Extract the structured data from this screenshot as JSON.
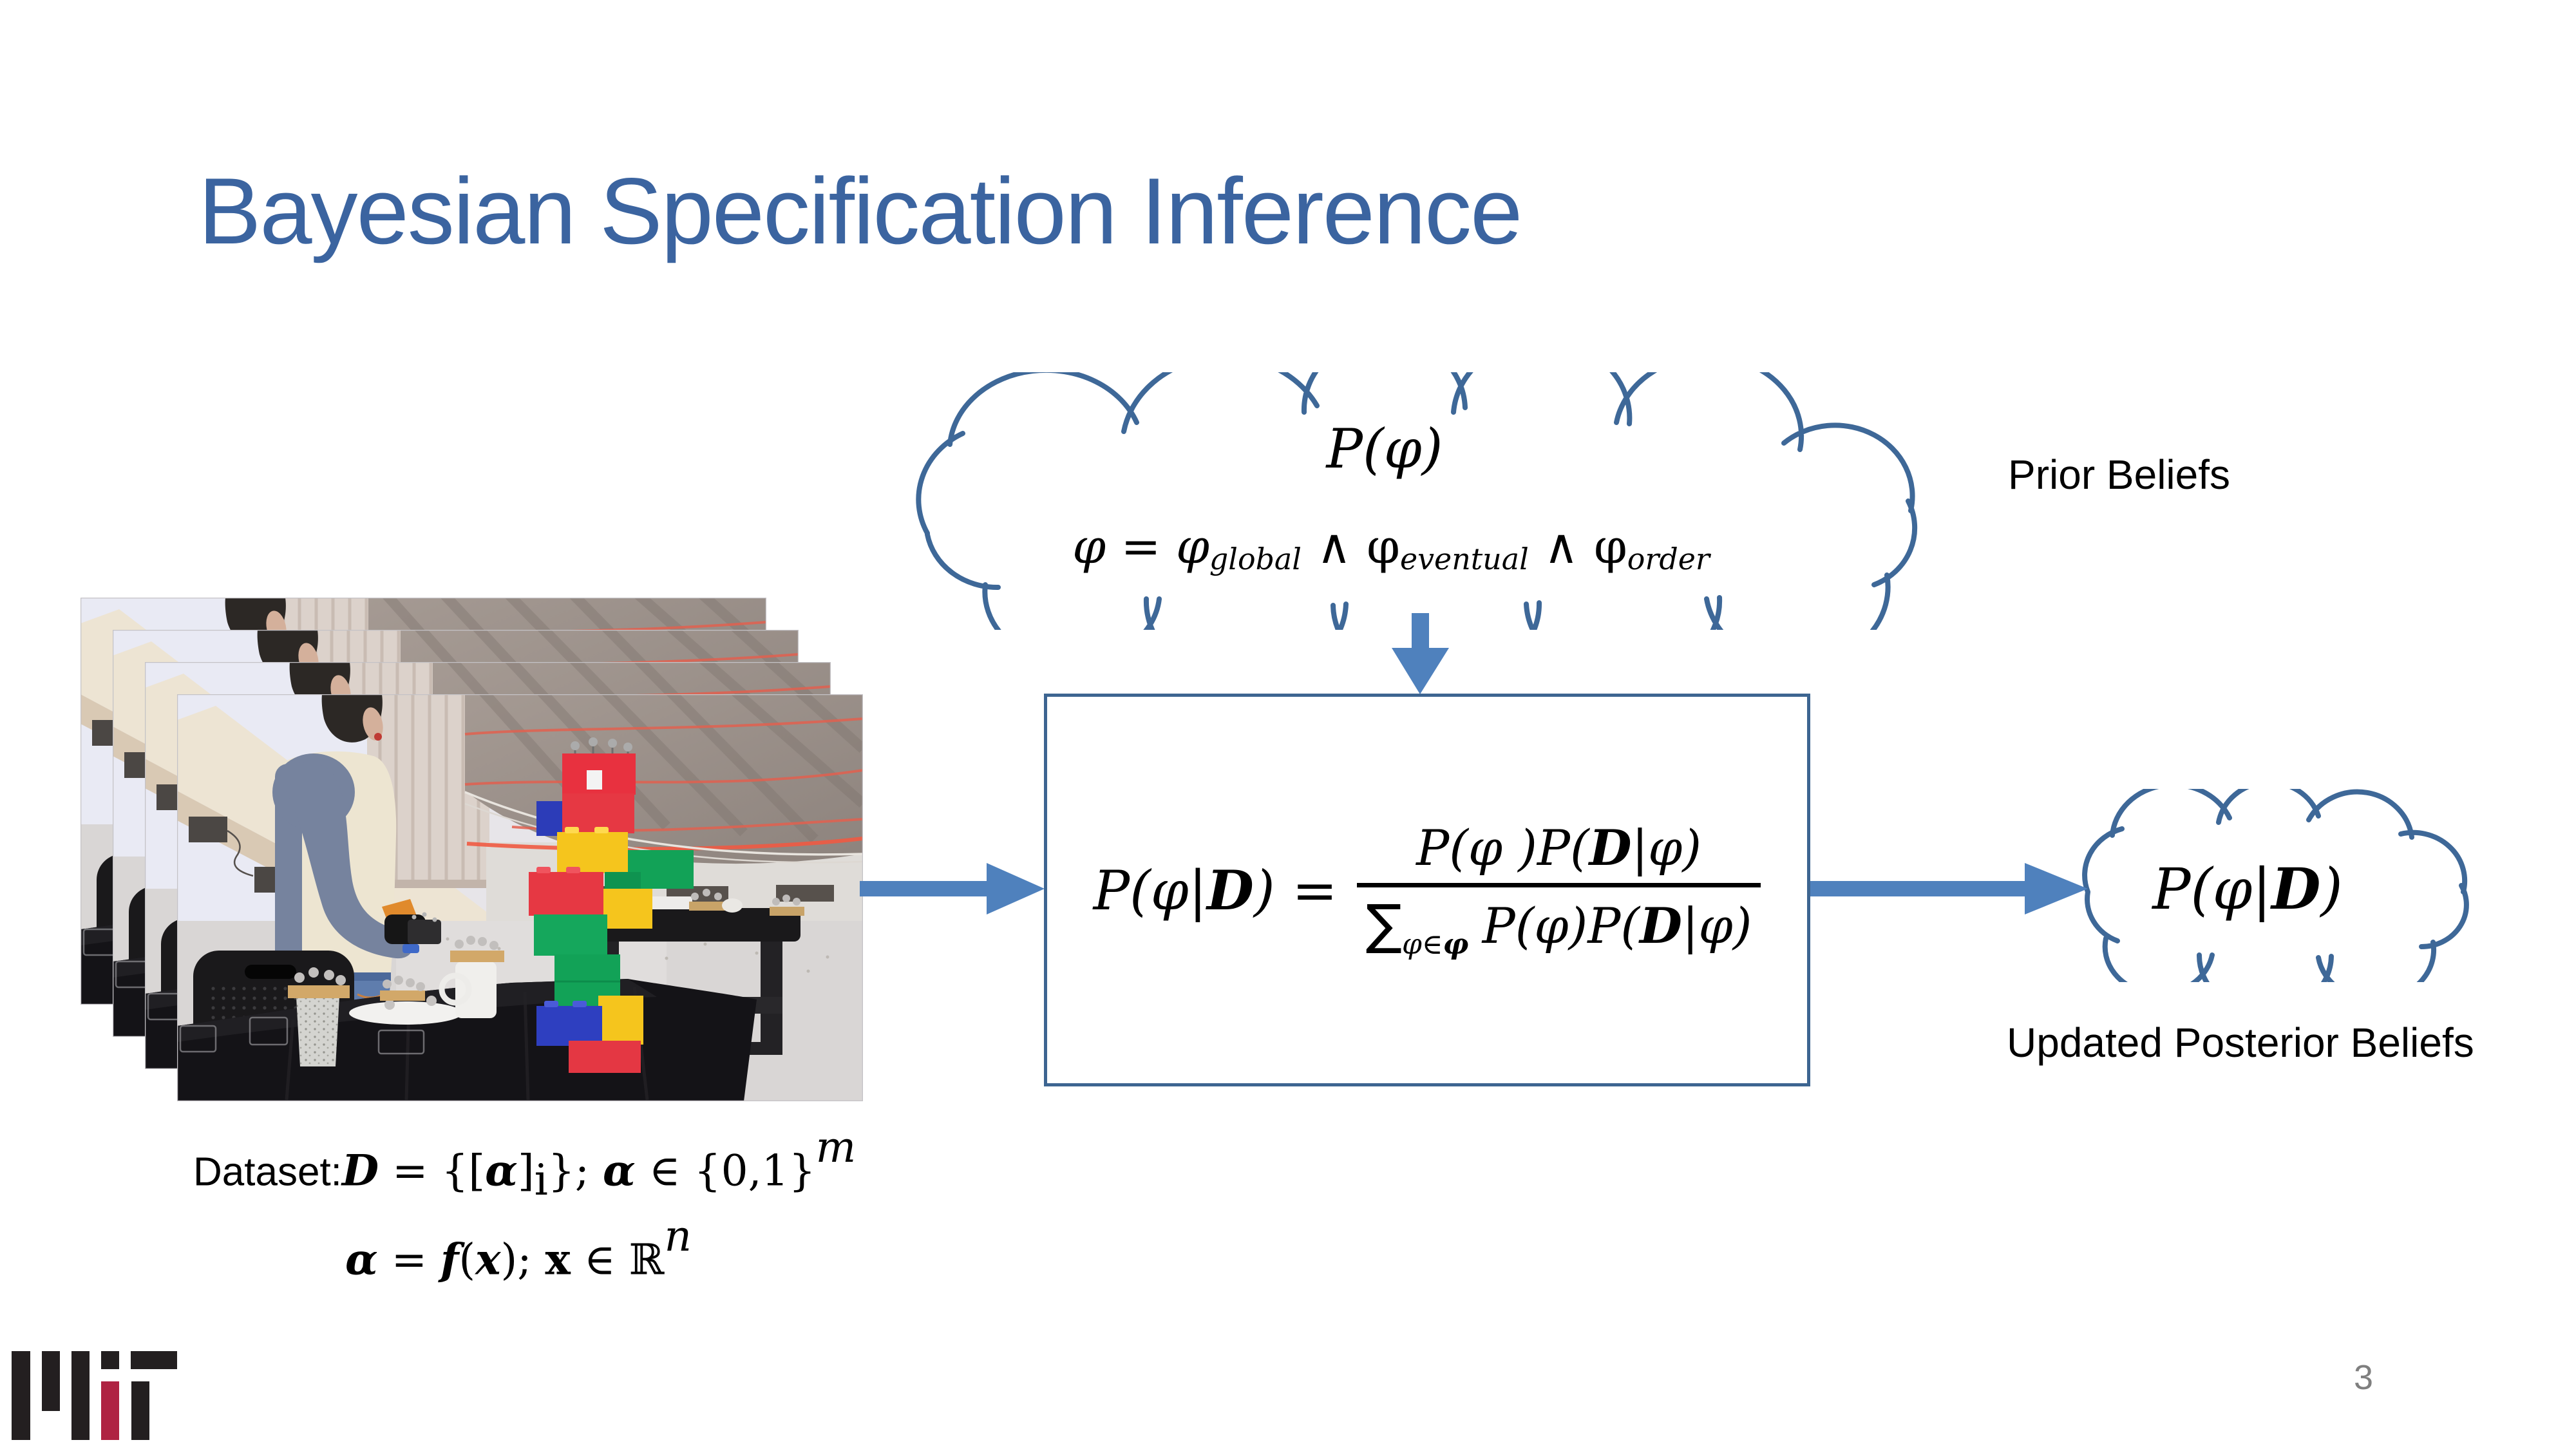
{
  "slide": {
    "title": "Bayesian Specification Inference",
    "page_number": "3"
  },
  "labels": {
    "prior": "Prior Beliefs",
    "posterior": "Updated Posterior Beliefs"
  },
  "formulas": {
    "prior_line1": "P(φ)",
    "prior_line2": [
      "φ = φ",
      "global",
      " ∧ φ",
      "eventual",
      " ∧ φ",
      "order"
    ],
    "bayes_lhs": [
      "P(φ|",
      "D",
      ") ="
    ],
    "bayes_num": [
      "P(φ )P(",
      "D",
      "|φ)"
    ],
    "sigma": "∑",
    "bayes_den_sub": [
      "φ∈",
      "φ"
    ],
    "bayes_den": [
      "P(φ)P(",
      "D",
      "|φ)"
    ],
    "posterior": [
      "P(φ|",
      "D",
      ")"
    ],
    "dataset_line1": [
      "Dataset:",
      "D",
      " = {[",
      "α",
      "]",
      "i",
      "}; ",
      "α",
      " ∈ {0,1}",
      "m"
    ],
    "dataset_line2": [
      "α",
      " = ",
      "f",
      "(",
      "x",
      "); ",
      "x",
      " ∈ ℝ",
      "n"
    ]
  },
  "photo": {
    "stack_count": 4,
    "alt": "Person wearing a motion-capture glove stacking large colored toy blocks on a black table"
  },
  "colors": {
    "title-blue": "#3B64A0",
    "arrow-blue": "#4F81BD",
    "cloud-blue": "#3E6898",
    "box-blue": "#3D6591",
    "mit-black": "#231F20",
    "mit-red": "#AF2342",
    "page-gray": "#7F7F7F"
  }
}
